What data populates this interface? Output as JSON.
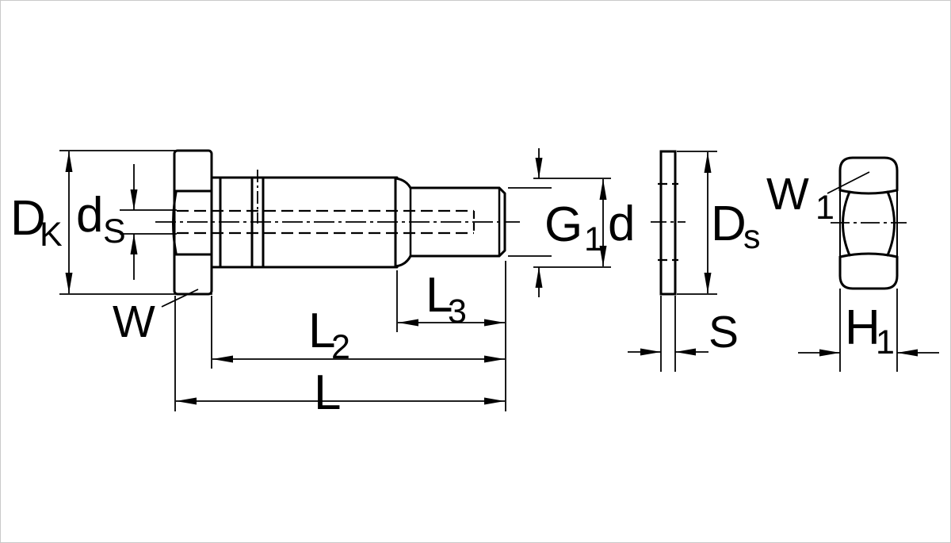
{
  "drawing": {
    "labels": {
      "head_diameter": {
        "main": "D",
        "sub": "K"
      },
      "stud_thread": {
        "main": "d",
        "sub": "S"
      },
      "head_across_flats": {
        "main": "W",
        "sub": ""
      },
      "thread_length": {
        "main": "L",
        "sub": "3"
      },
      "shank_length": {
        "main": "L",
        "sub": "2"
      },
      "total_length": {
        "main": "L",
        "sub": ""
      },
      "thread_size": {
        "main": "G",
        "sub": "1"
      },
      "shoulder_diameter": {
        "main": "d",
        "sub": ""
      },
      "washer_diameter": {
        "main": "D",
        "sub": "s"
      },
      "washer_thickness": {
        "main": "S",
        "sub": ""
      },
      "nut_across_flats": {
        "main": "W",
        "sub": "1"
      },
      "nut_height": {
        "main": "H",
        "sub": "1"
      }
    },
    "colors": {
      "line": "#000000",
      "background": "#ffffff"
    }
  }
}
